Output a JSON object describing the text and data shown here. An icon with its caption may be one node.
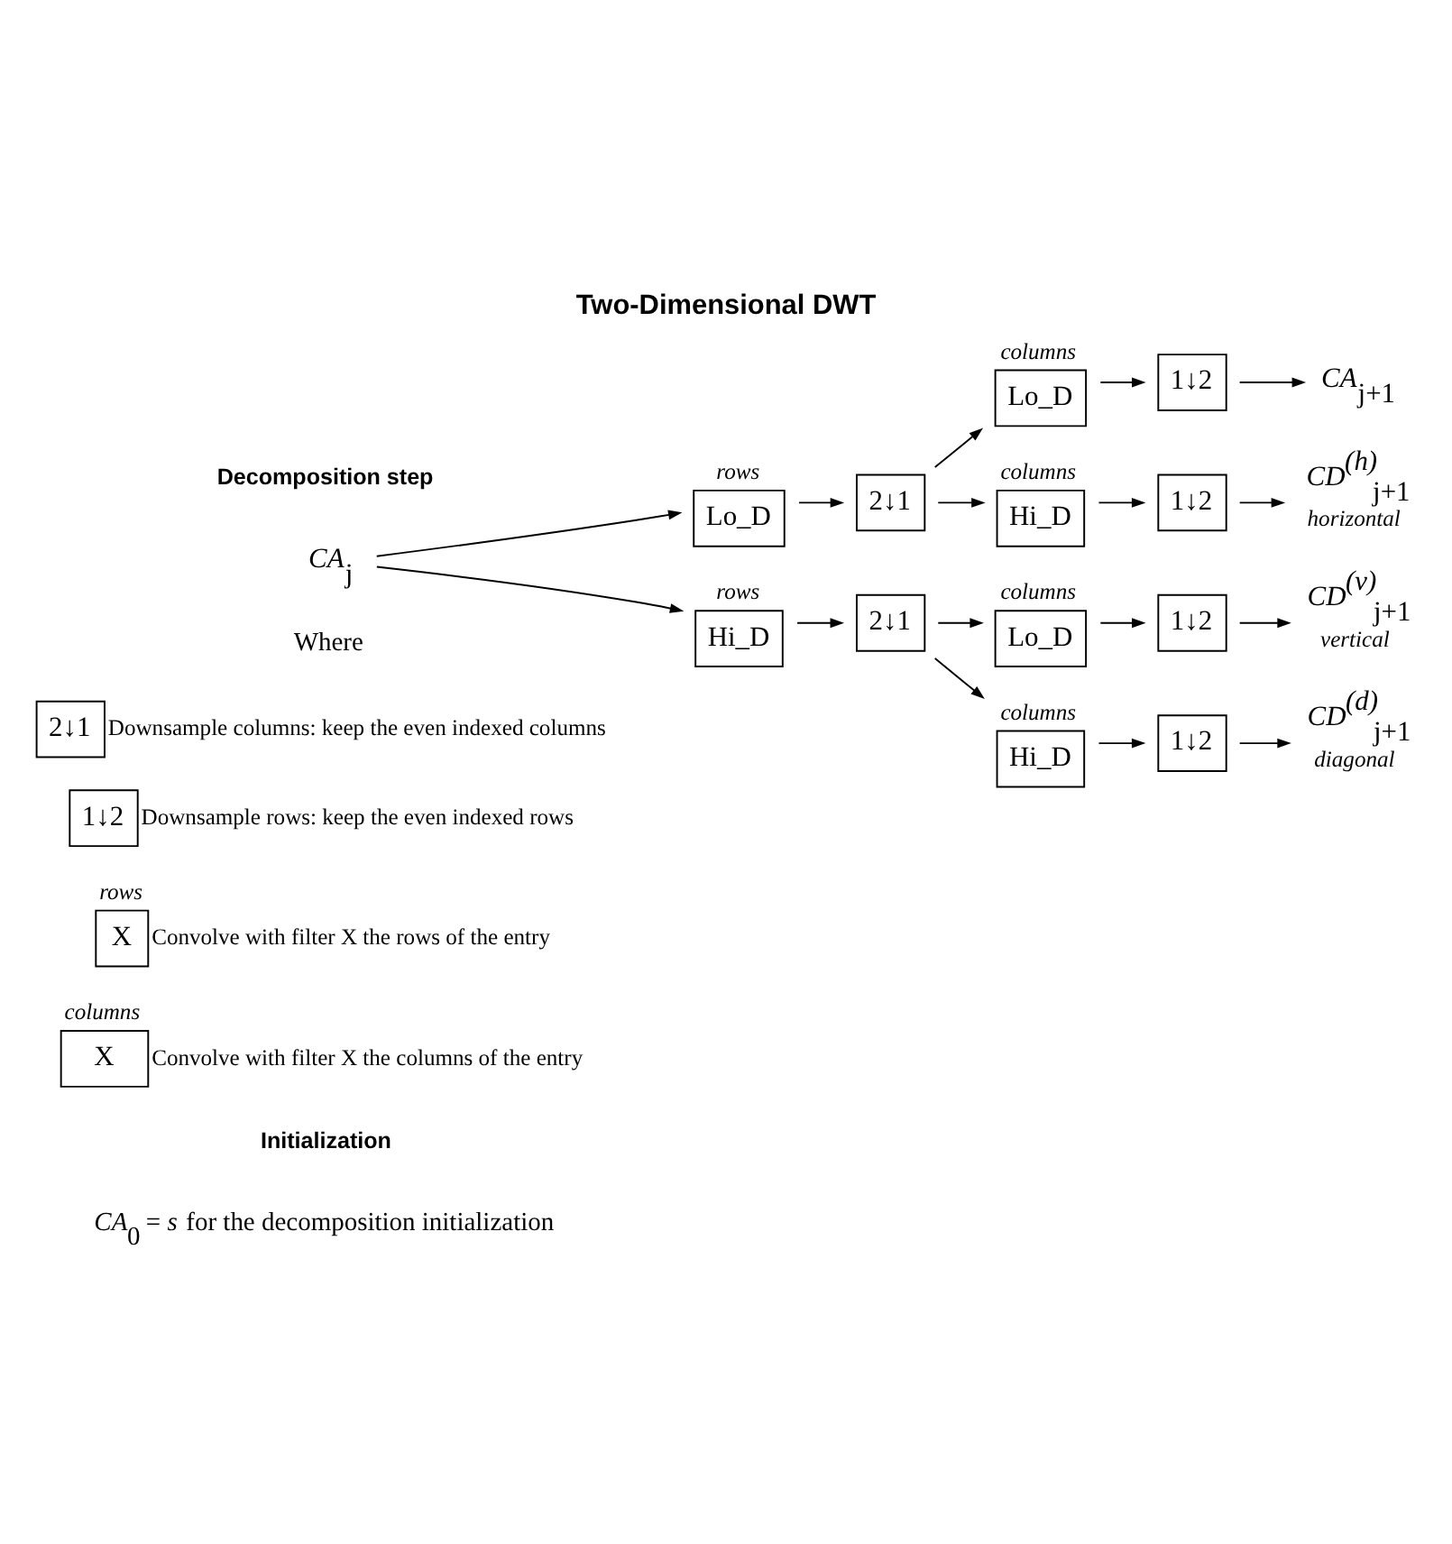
{
  "diagram": {
    "title": "Two-Dimensional DWT",
    "nodes": [
      {
        "text": [
          "*CA*$_{j}$"
        ]
      },
      {
        "text": [
          "rows",
          "Lo_D"
        ]
      },
      {
        "text": [
          "2↓1"
        ]
      },
      {
        "text": [
          "rows",
          "Hi_D"
        ]
      },
      {
        "text": [
          "2↓1"
        ]
      },
      {
        "text": [
          "columns",
          "Lo_D"
        ]
      },
      {
        "text": [
          "1↓2"
        ]
      },
      {
        "text": [
          "columns",
          "Hi_D"
        ]
      },
      {
        "text": [
          "1↓2"
        ]
      },
      {
        "text": [
          "columns",
          "Lo_D"
        ]
      },
      {
        "text": [
          "1↓2"
        ]
      },
      {
        "text": [
          "columns",
          "Hi_D"
        ]
      },
      {
        "text": [
          "1↓2"
        ]
      },
      {
        "text": [
          "*CA*$_{j+1}$"
        ]
      },
      {
        "text": [
          "*CD*$^{(h)}$$_{j+1}$"
        ],
        "beside": [
          "horizontal"
        ]
      },
      {
        "text": [
          "*CD*$^{(v)}$$_{j+1}$"
        ],
        "beside": [
          "vertical"
        ]
      },
      {
        "text": [
          "*CD*$^{(d)}$$_{j+1}$"
        ],
        "beside": [
          "diagonal"
        ]
      },
      {
        "text": [
          "2↓1"
        ],
        "beside": [
          "Downsample columns: keep the even indexed columns"
        ]
      },
      {
        "text": [
          "1↓2"
        ],
        "beside": [
          "Downsample rows: keep the even indexed rows"
        ]
      },
      {
        "text": [
          "rows",
          "X"
        ],
        "beside": [
          "Convolve with filter X the rows of the entry"
        ]
      },
      {
        "text": [
          "columns",
          "X"
        ],
        "beside": [
          "Convolve with filter X the columns of the entry"
        ]
      }
    ],
    "edges": [
      {
        "from": 0,
        "to": 1,
        "arrow": "to"
      },
      {
        "from": 0,
        "to": 3,
        "arrow": "to"
      },
      {
        "from": 1,
        "to": 2,
        "arrow": "to"
      },
      {
        "from": 2,
        "to": 5,
        "arrow": "to"
      },
      {
        "from": 2,
        "to": 7,
        "arrow": "to"
      },
      {
        "from": 5,
        "to": 6,
        "arrow": "to"
      },
      {
        "from": 6,
        "to": 13,
        "arrow": "to"
      },
      {
        "from": 7,
        "to": 8,
        "arrow": "to"
      },
      {
        "from": 8,
        "to": 14,
        "arrow": "to"
      },
      {
        "from": 3,
        "to": 4,
        "arrow": "to"
      },
      {
        "from": 4,
        "to": 9,
        "arrow": "to"
      },
      {
        "from": 4,
        "to": 11,
        "arrow": "to"
      },
      {
        "from": 9,
        "to": 10,
        "arrow": "to"
      },
      {
        "from": 10,
        "to": 15,
        "arrow": "to"
      },
      {
        "from": 11,
        "to": 12,
        "arrow": "to"
      },
      {
        "from": 12,
        "to": 16,
        "arrow": "to"
      }
    ],
    "labels": [
      "Decomposition step",
      "Where",
      "Initialization",
      "*CA*$_{0}$ = *s* for the decomposition initialization"
    ]
  }
}
